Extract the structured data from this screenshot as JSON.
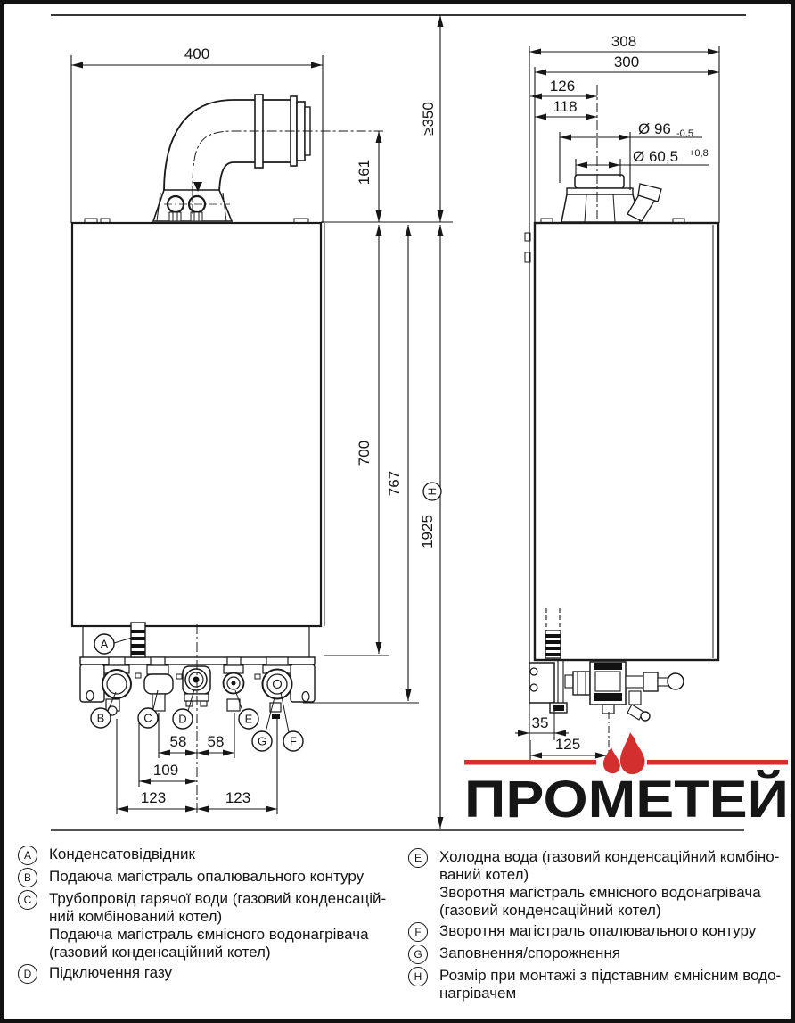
{
  "drawing": {
    "front_view": {
      "width": "400",
      "flue_height": "161",
      "min_clearance": "≥350",
      "casing_height": "700",
      "connections_height": "767",
      "total_height_with_cylinder": "1925",
      "total_height_marker": "H",
      "conn_spacing_left": "58",
      "conn_spacing_right": "58",
      "condensate_to_center": "109",
      "spacing_left_123": "123",
      "spacing_right_123": "123",
      "markers": {
        "a": "A",
        "b": "B",
        "c": "C",
        "d": "D",
        "e": "E",
        "f": "F",
        "g": "G"
      }
    },
    "side_view": {
      "depth_overall": "308",
      "depth_casing": "300",
      "flue_center_offset": "126",
      "offset_118": "118",
      "flue_outer_dia": "Ø 96",
      "flue_outer_tol": "-0,5",
      "flue_inner_dia": "Ø 60,5",
      "flue_inner_tol": "+0,8",
      "trap_offset": "35",
      "gas_center_offset": "125"
    },
    "colors": {
      "line": "#1a1a1a",
      "accent_red": "#d32f2f"
    }
  },
  "logo": {
    "text": "ПРОМЕТЕЙ",
    "color": "#d32f2f"
  },
  "legend": {
    "items": [
      {
        "id": "A",
        "lines": [
          "Конденсатовідвідник"
        ]
      },
      {
        "id": "B",
        "lines": [
          "Подаюча магістраль опалювального контуру"
        ]
      },
      {
        "id": "C",
        "lines": [
          "Трубопровід гарячої води (газовий конденсацій-",
          "ний комбінований котел)",
          "Подаюча магістраль ємнісного водонагрівача",
          "(газовий конденсаційний котел)"
        ]
      },
      {
        "id": "D",
        "lines": [
          "Підключення газу"
        ]
      },
      {
        "id": "E",
        "lines": [
          "Холодна вода (газовий конденсаційний комбіно-",
          "ваний котел)",
          "Зворотня магістраль ємнісного водонагрівача",
          "(газовий конденсаційний котел)"
        ]
      },
      {
        "id": "F",
        "lines": [
          "Зворотня магістраль опалювального контуру"
        ]
      },
      {
        "id": "G",
        "lines": [
          "Заповнення/спорожнення"
        ]
      },
      {
        "id": "H",
        "lines": [
          "Розмір при монтажі з підставним ємнісним водо-",
          "нагрівачем"
        ]
      }
    ]
  }
}
